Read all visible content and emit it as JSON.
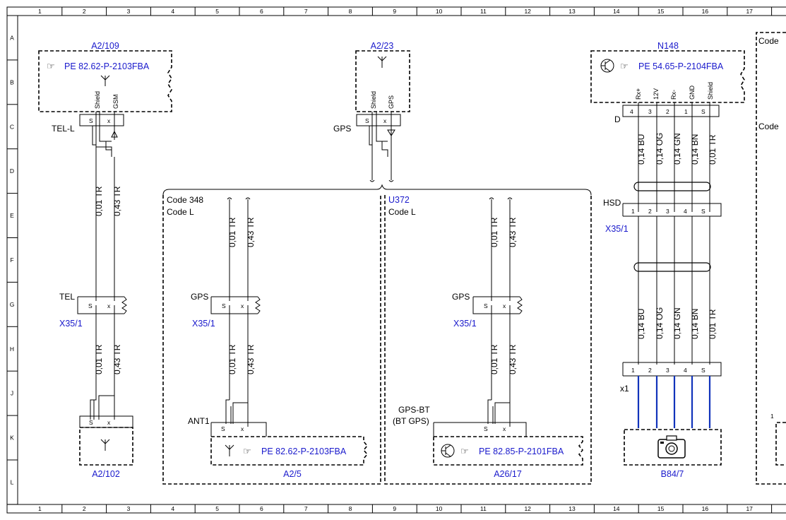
{
  "grid": {
    "columns": [
      "1",
      "2",
      "3",
      "4",
      "5",
      "6",
      "7",
      "8",
      "9",
      "10",
      "11",
      "12",
      "13",
      "14",
      "15",
      "16",
      "17"
    ],
    "rows": [
      "A",
      "B",
      "C",
      "D",
      "E",
      "F",
      "G",
      "H",
      "J",
      "K",
      "L"
    ]
  },
  "colors": {
    "link": "#1a1acc",
    "bus": "#1133bb",
    "line": "#000000"
  },
  "components": {
    "a2_109": {
      "label": "A2/109",
      "ref": "PE 82.62-P-2103FBA",
      "pin_shield": "Shield",
      "pin_gsm": "GSM",
      "pin_s": "S",
      "pin_x": "x"
    },
    "a2_23": {
      "label": "A2/23",
      "pin_shield": "Shield",
      "pin_gps": "GPS",
      "pin_s": "S",
      "pin_x": "x"
    },
    "n148": {
      "label": "N148",
      "ref": "PE 54.65-P-2104FBA",
      "side_label": "D",
      "pins": [
        {
          "num": "4",
          "name": "Rx+"
        },
        {
          "num": "3",
          "name": "12V"
        },
        {
          "num": "2",
          "name": "Rx-"
        },
        {
          "num": "1",
          "name": "GND"
        },
        {
          "num": "S",
          "name": "Shield"
        }
      ]
    },
    "a2_102": {
      "label": "A2/102",
      "pin_s": "S",
      "pin_x": "x"
    },
    "a2_5": {
      "label": "A2/5",
      "ref": "PE 82.62-P-2103FBA",
      "conn_label": "ANT1",
      "pin_s": "S",
      "pin_x": "x"
    },
    "a26_17": {
      "label": "A26/17",
      "ref": "PE 82.85-P-2101FBA",
      "conn_label1": "GPS-BT",
      "conn_label2": "(BT GPS)",
      "pin_s": "S",
      "pin_x": "x"
    },
    "b84_7": {
      "label": "B84/7",
      "conn_label": "x1"
    }
  },
  "labels": {
    "tel_l": "TEL-L",
    "gps_top": "GPS",
    "tel": "TEL",
    "gps": "GPS",
    "hsd": "HSD",
    "x35_1": "X35/1",
    "code348": "Code 348",
    "code_l": "Code L",
    "u372": "U372",
    "code_right": "Code"
  },
  "pins": {
    "s": "S",
    "x": "x",
    "hsd": [
      "1",
      "2",
      "3",
      "4",
      "S"
    ]
  },
  "wires": {
    "w001": "0,01 TR",
    "w043": "0,43 TR",
    "hsd": [
      "0,14 BU",
      "0,14 OG",
      "0,14 GN",
      "0,14 BN",
      "0,01 TR"
    ]
  },
  "edge_marker": "1"
}
